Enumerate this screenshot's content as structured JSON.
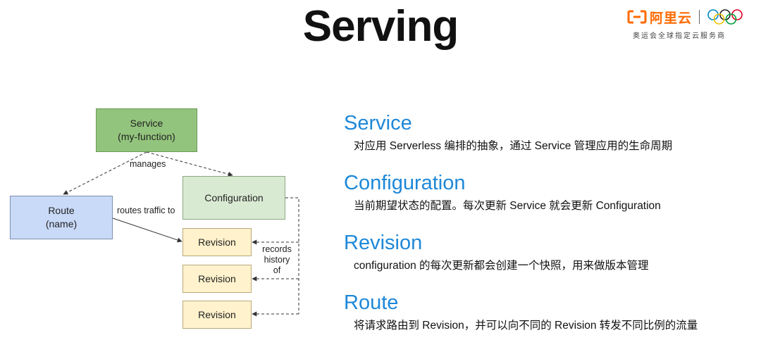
{
  "slide": {
    "title": "Serving"
  },
  "logo": {
    "brand": "阿里云",
    "tagline": "奥运会全球指定云服务商",
    "mark_icon": "aliyun-logo-icon",
    "rings_icon": "olympic-rings-icon",
    "brand_color": "#ff6a00"
  },
  "diagram": {
    "nodes": {
      "service": "Service\n(my-function)",
      "route": "Route\n(name)",
      "configuration": "Configuration",
      "revision1": "Revision",
      "revision2": "Revision",
      "revision3": "Revision"
    },
    "edges": {
      "manages": "manages",
      "routes_traffic": "routes traffic to",
      "records_history": "records\nhistory\nof"
    },
    "colors": {
      "service": "#93c47d",
      "route": "#c9daf8",
      "configuration": "#d9ead3",
      "revision": "#fff2cc"
    }
  },
  "definitions": [
    {
      "term": "Service",
      "desc": "对应用 Serverless 编排的抽象，通过 Service 管理应用的生命周期"
    },
    {
      "term": "Configuration",
      "desc": "当前期望状态的配置。每次更新 Service 就会更新 Configuration"
    },
    {
      "term": "Revision",
      "desc": "configuration 的每次更新都会创建一个快照，用来做版本管理"
    },
    {
      "term": "Route",
      "desc": "将请求路由到 Revision，并可以向不同的 Revision 转发不同比例的流量"
    }
  ],
  "accent_color": "#1e88d8"
}
